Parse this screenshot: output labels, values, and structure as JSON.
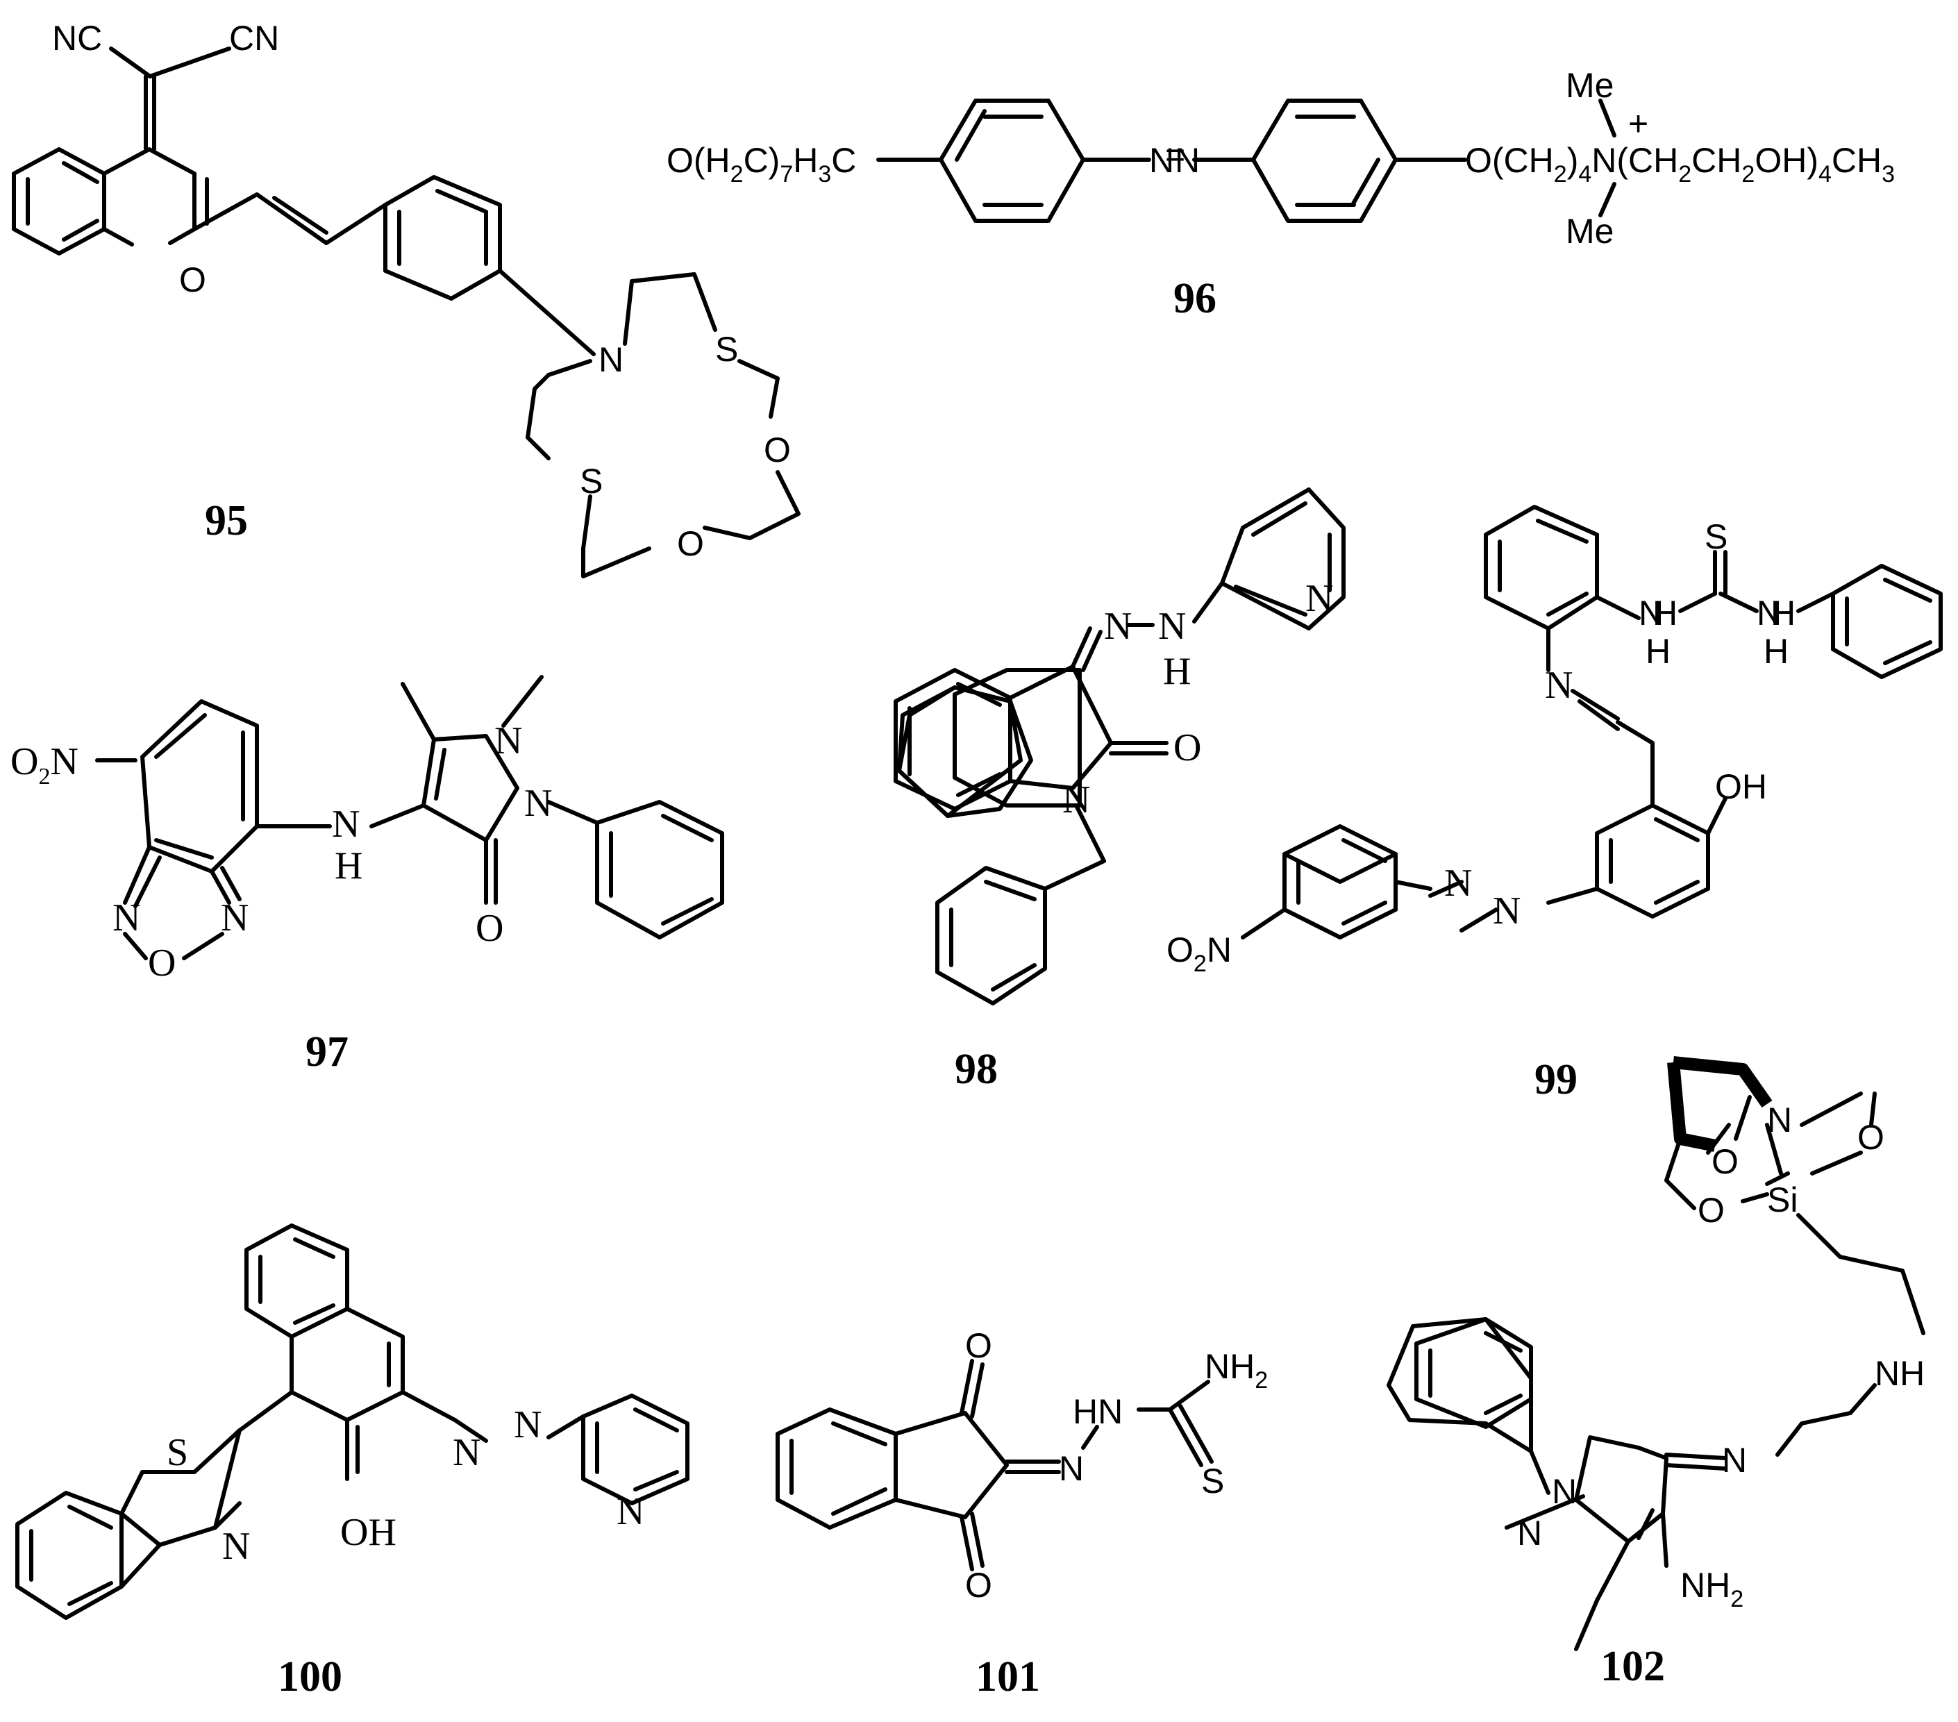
{
  "compounds": [
    {
      "number": "95"
    },
    {
      "number": "96"
    },
    {
      "number": "97"
    },
    {
      "number": "98"
    },
    {
      "number": "99"
    },
    {
      "number": "100"
    },
    {
      "number": "101"
    },
    {
      "number": "102"
    }
  ],
  "labels": {
    "nc": "NC",
    "cn": "CN",
    "o": "O",
    "n": "N",
    "s": "S",
    "h": "H",
    "nh": "NH",
    "hn": "HN",
    "oh": "OH",
    "me": "Me",
    "plus": "+",
    "si": "Si",
    "o2": "O",
    "nh2": "NH",
    "sub2": "2",
    "sub4": "4",
    "sub7": "7",
    "sub3": "3",
    "c96_left": "O(H",
    "c96_left2": "C)",
    "c96_left3": "H",
    "c96_left4": "C",
    "c96_right1": "O(CH",
    "c96_right2": ")",
    "c96_right3": "N(CH",
    "c96_right4": "CH",
    "c96_right5": "OH)",
    "c96_right6": "CH"
  }
}
